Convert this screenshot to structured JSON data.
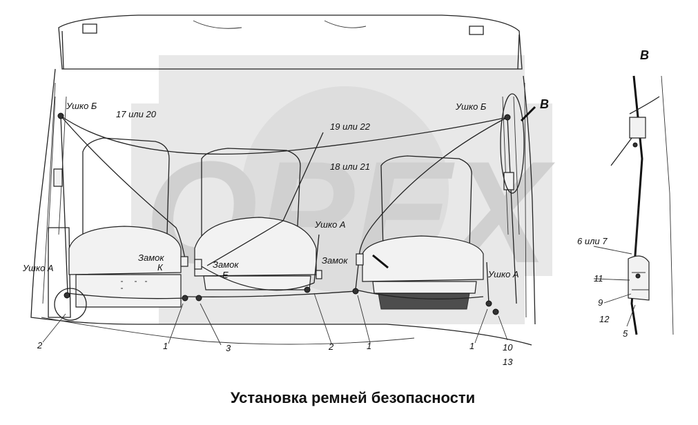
{
  "caption": "Установка ремней безопасности",
  "watermark": "OPEX",
  "section_marker": "B",
  "section_title": "B",
  "labels": {
    "ushko_b_left": "Ушко Б",
    "ushko_b_right": "Ушко Б",
    "part_17_20": "17 или 20",
    "part_19_22": "19 или 22",
    "part_18_21": "18 или 21",
    "ushko_a_left": "Ушко А",
    "ushko_a_center": "Ушко А",
    "ushko_a_right": "Ушко А",
    "zamok_k": "Замок",
    "zamok_k_letter": "К",
    "zamok_e": "Замок",
    "zamok_e_letter": "Е",
    "zamok_right": "Замок",
    "part_6_7": "6 или 7",
    "num_1a": "1",
    "num_1b": "1",
    "num_1c": "1",
    "num_2a": "2",
    "num_2b": "2",
    "num_3": "3",
    "num_5": "5",
    "num_9": "9",
    "num_10": "10",
    "num_11": "11",
    "num_12": "12",
    "num_13": "13"
  }
}
